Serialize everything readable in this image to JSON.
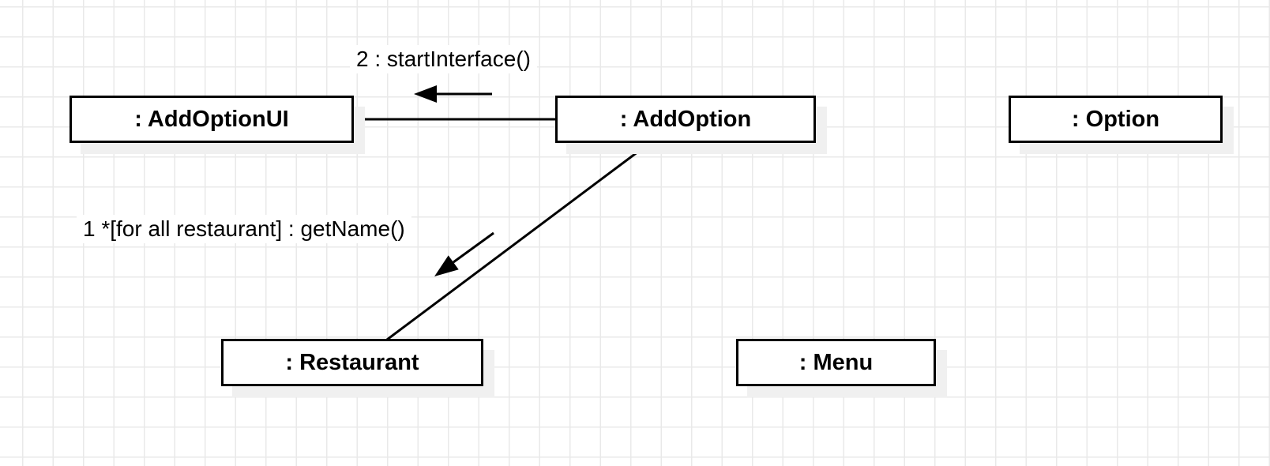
{
  "canvas": {
    "background": "#ffffff",
    "grid_color": "#e9e9e9"
  },
  "objects": [
    {
      "label": ": AddOptionUI"
    },
    {
      "label": ": AddOption"
    },
    {
      "label": ": Option"
    },
    {
      "label": ": Restaurant"
    },
    {
      "label": ": Menu"
    }
  ],
  "messages": [
    {
      "label": "1 *[for all restaurant] : getName()"
    },
    {
      "label": "2 : startInterface()"
    }
  ],
  "colors": {
    "link": "#000000",
    "box_border": "#000000",
    "box_fill": "#ffffff",
    "shadow": "#f0f0f0",
    "text": "#000000"
  }
}
